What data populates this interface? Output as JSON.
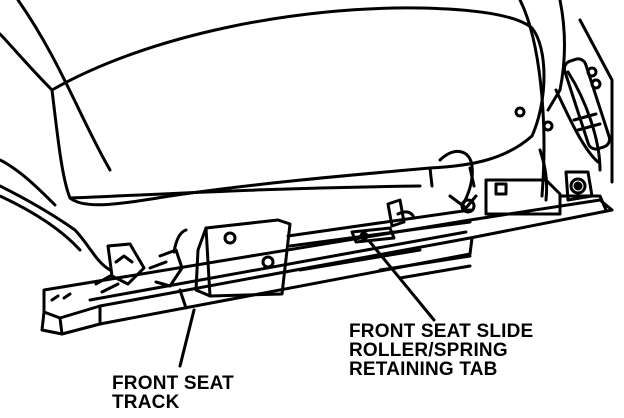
{
  "labels": {
    "track": [
      "FRONT SEAT",
      "TRACK"
    ],
    "tab": [
      "FRONT SEAT SLIDE",
      "ROLLER/SPRING",
      "RETAINING TAB"
    ]
  },
  "colors": {
    "ink": "#000000",
    "paper": "#ffffff"
  }
}
